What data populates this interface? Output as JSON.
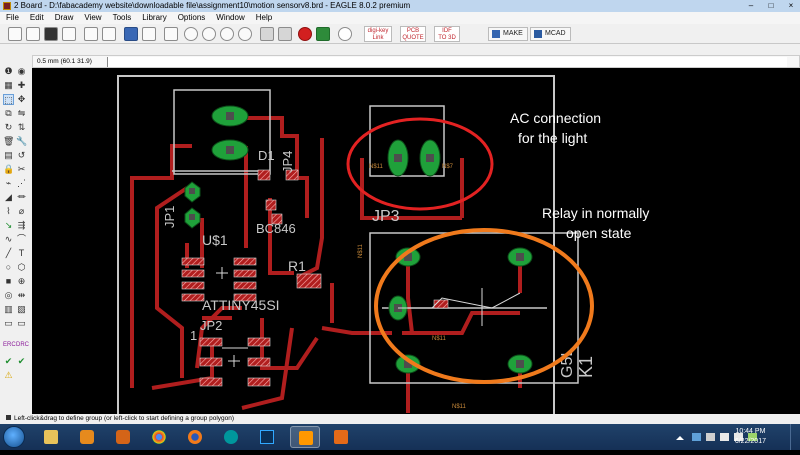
{
  "window": {
    "title": "2 Board - D:\\fabacademy website\\downloadable file\\assignment10\\motion sensorv8.brd - EAGLE 8.0.2 premium",
    "controls": [
      "–",
      "□",
      "×"
    ]
  },
  "menu": [
    "File",
    "Edit",
    "Draw",
    "View",
    "Tools",
    "Library",
    "Options",
    "Window",
    "Help"
  ],
  "toolbar": {
    "icons": [
      "grid-icon",
      "open-icon",
      "save-icon",
      "print-icon",
      "cam-icon",
      "board-icon",
      "schematic-icon",
      "script-icon",
      "run-ulp-icon",
      "zoom-fit-icon",
      "zoom-in-icon",
      "zoom-out-icon",
      "zoom-redraw-icon",
      "zoom-select-icon",
      "undo-icon",
      "redo-icon",
      "stop-icon",
      "go-icon",
      "help-icon"
    ],
    "digikey": [
      "digi-key",
      "Link"
    ],
    "pcb_quote": [
      "PCB",
      "QUOTE"
    ],
    "idf": [
      "IDF",
      "TO 3D"
    ],
    "make_label": "MAKE",
    "mcad_label": "MCAD"
  },
  "coordbar": {
    "grid_text": "0.5 mm (60.1 31.9)"
  },
  "status": {
    "message": "Left-click&drag to define group (or left-click to start defining a group polygon)"
  },
  "canvas": {
    "labels": {
      "jp3": "JP3",
      "jp1": "JP1",
      "jp2": "JP2",
      "jp4": "JP4",
      "d1": "D1",
      "us1": "U$1",
      "bc846": "BC846",
      "r1": "R1",
      "attiny": "ATTINY45SI",
      "k1": "K1",
      "g5l": "G5L",
      "one": "1",
      "n1": "N$11",
      "n2": "N$11",
      "n3": "N$11",
      "n4": "N$7",
      "n5": "N$11"
    },
    "annotations": {
      "ac_line1": "AC connection",
      "ac_line2": "for the light",
      "relay_line1": "Relay in normally",
      "relay_line2": "open state"
    },
    "colors": {
      "trace": "#b01e1e",
      "pad": "#1fa13a",
      "outline": "#c8c8c8",
      "annotation_red": "#e32222",
      "annotation_orange": "#f07a1c"
    }
  },
  "taskbar": {
    "apps": [
      "start-orb",
      "explorer-icon",
      "media-player-icon",
      "chrome-icon",
      "firefox-icon",
      "arduino-icon",
      "photoshop-icon",
      "sublime-icon",
      "eagle-icon"
    ],
    "time": "10:44 PM",
    "date": "6/22/2017"
  }
}
